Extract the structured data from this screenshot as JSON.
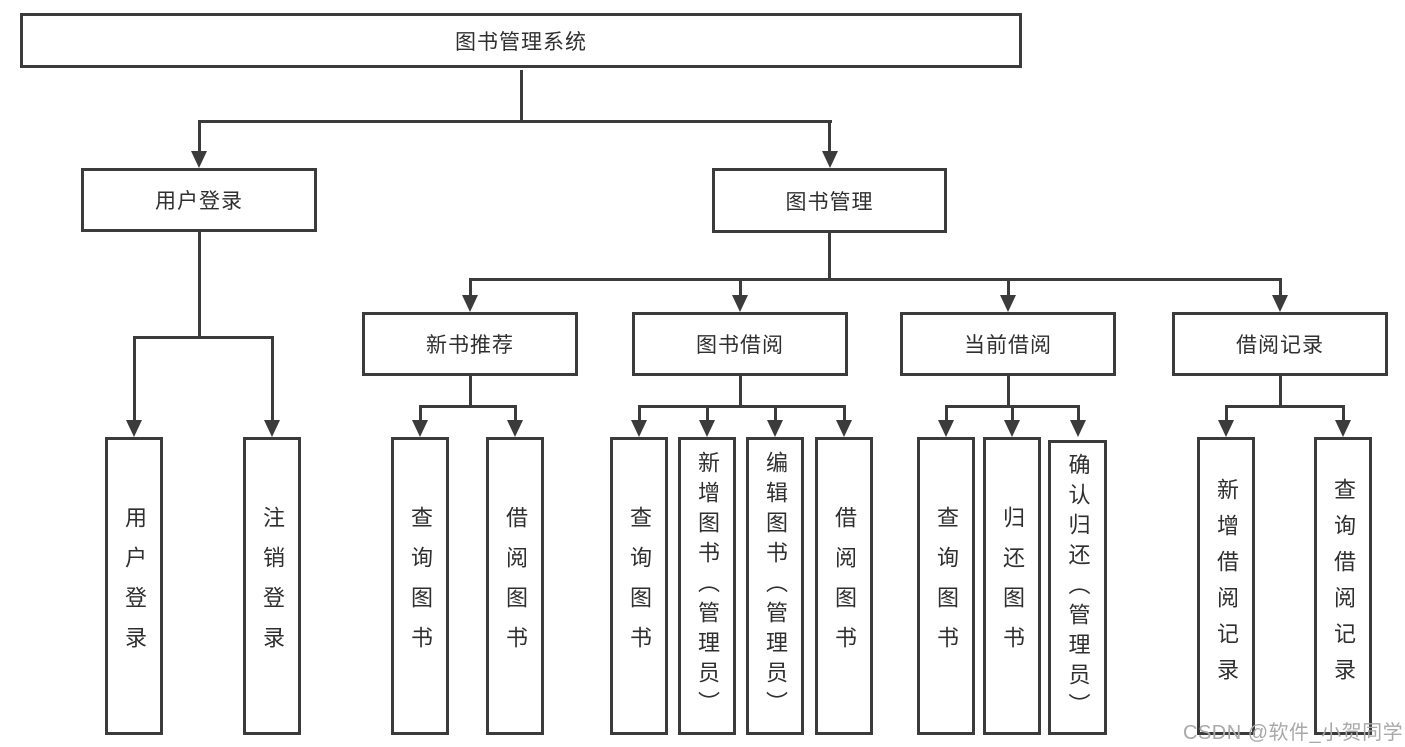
{
  "colors": {
    "line": "#3b3b3b",
    "text": "#2f2f2f",
    "watermark_gray": "#a9a9a9",
    "background": "#ffffff"
  },
  "tree": {
    "root": "图书管理系统",
    "branches": {
      "user_login": {
        "label": "用户登录",
        "children": [
          "用户登录",
          "注销登录"
        ]
      },
      "book_management": {
        "label": "图书管理",
        "sections": {
          "new_book_recommend": {
            "label": "新书推荐",
            "children": [
              "查询图书",
              "借阅图书"
            ]
          },
          "book_borrow": {
            "label": "图书借阅",
            "children": [
              "查询图书",
              "新增图书（管理员）",
              "编辑图书（管理员）",
              "借阅图书"
            ]
          },
          "current_borrow": {
            "label": "当前借阅",
            "children": [
              "查询图书",
              "归还图书",
              "确认归还（管理员）"
            ]
          },
          "borrow_records": {
            "label": "借阅记录",
            "children": [
              "新增借阅记录",
              "查询借阅记录"
            ]
          }
        }
      }
    }
  },
  "watermark": "CSDN @软件_小贺同学"
}
